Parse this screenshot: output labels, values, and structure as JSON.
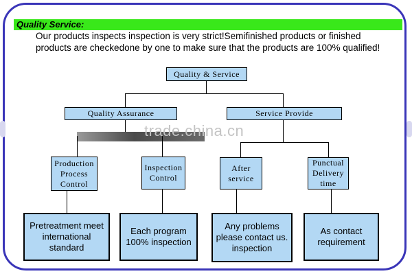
{
  "banner": {
    "title": "Quality Service:"
  },
  "intro": {
    "text": "Our products inspects inspection is very strict!Semifinished products or finished products are checkedone by one to make sure that the products are 100% qualified!"
  },
  "chart": {
    "root": "Quality & Service",
    "branches": [
      "Quality Assurance",
      "Service Provide"
    ],
    "leaves": [
      "Production Process Control",
      "Inspection Control",
      "After service",
      "Punctual Delivery time"
    ],
    "details": [
      "Pretreatment meet international standard",
      "Each program 100% inspection",
      "Any problems please contact us. inspection",
      "As contact requirement"
    ]
  },
  "watermark": {
    "text": "trade.china.cn"
  }
}
